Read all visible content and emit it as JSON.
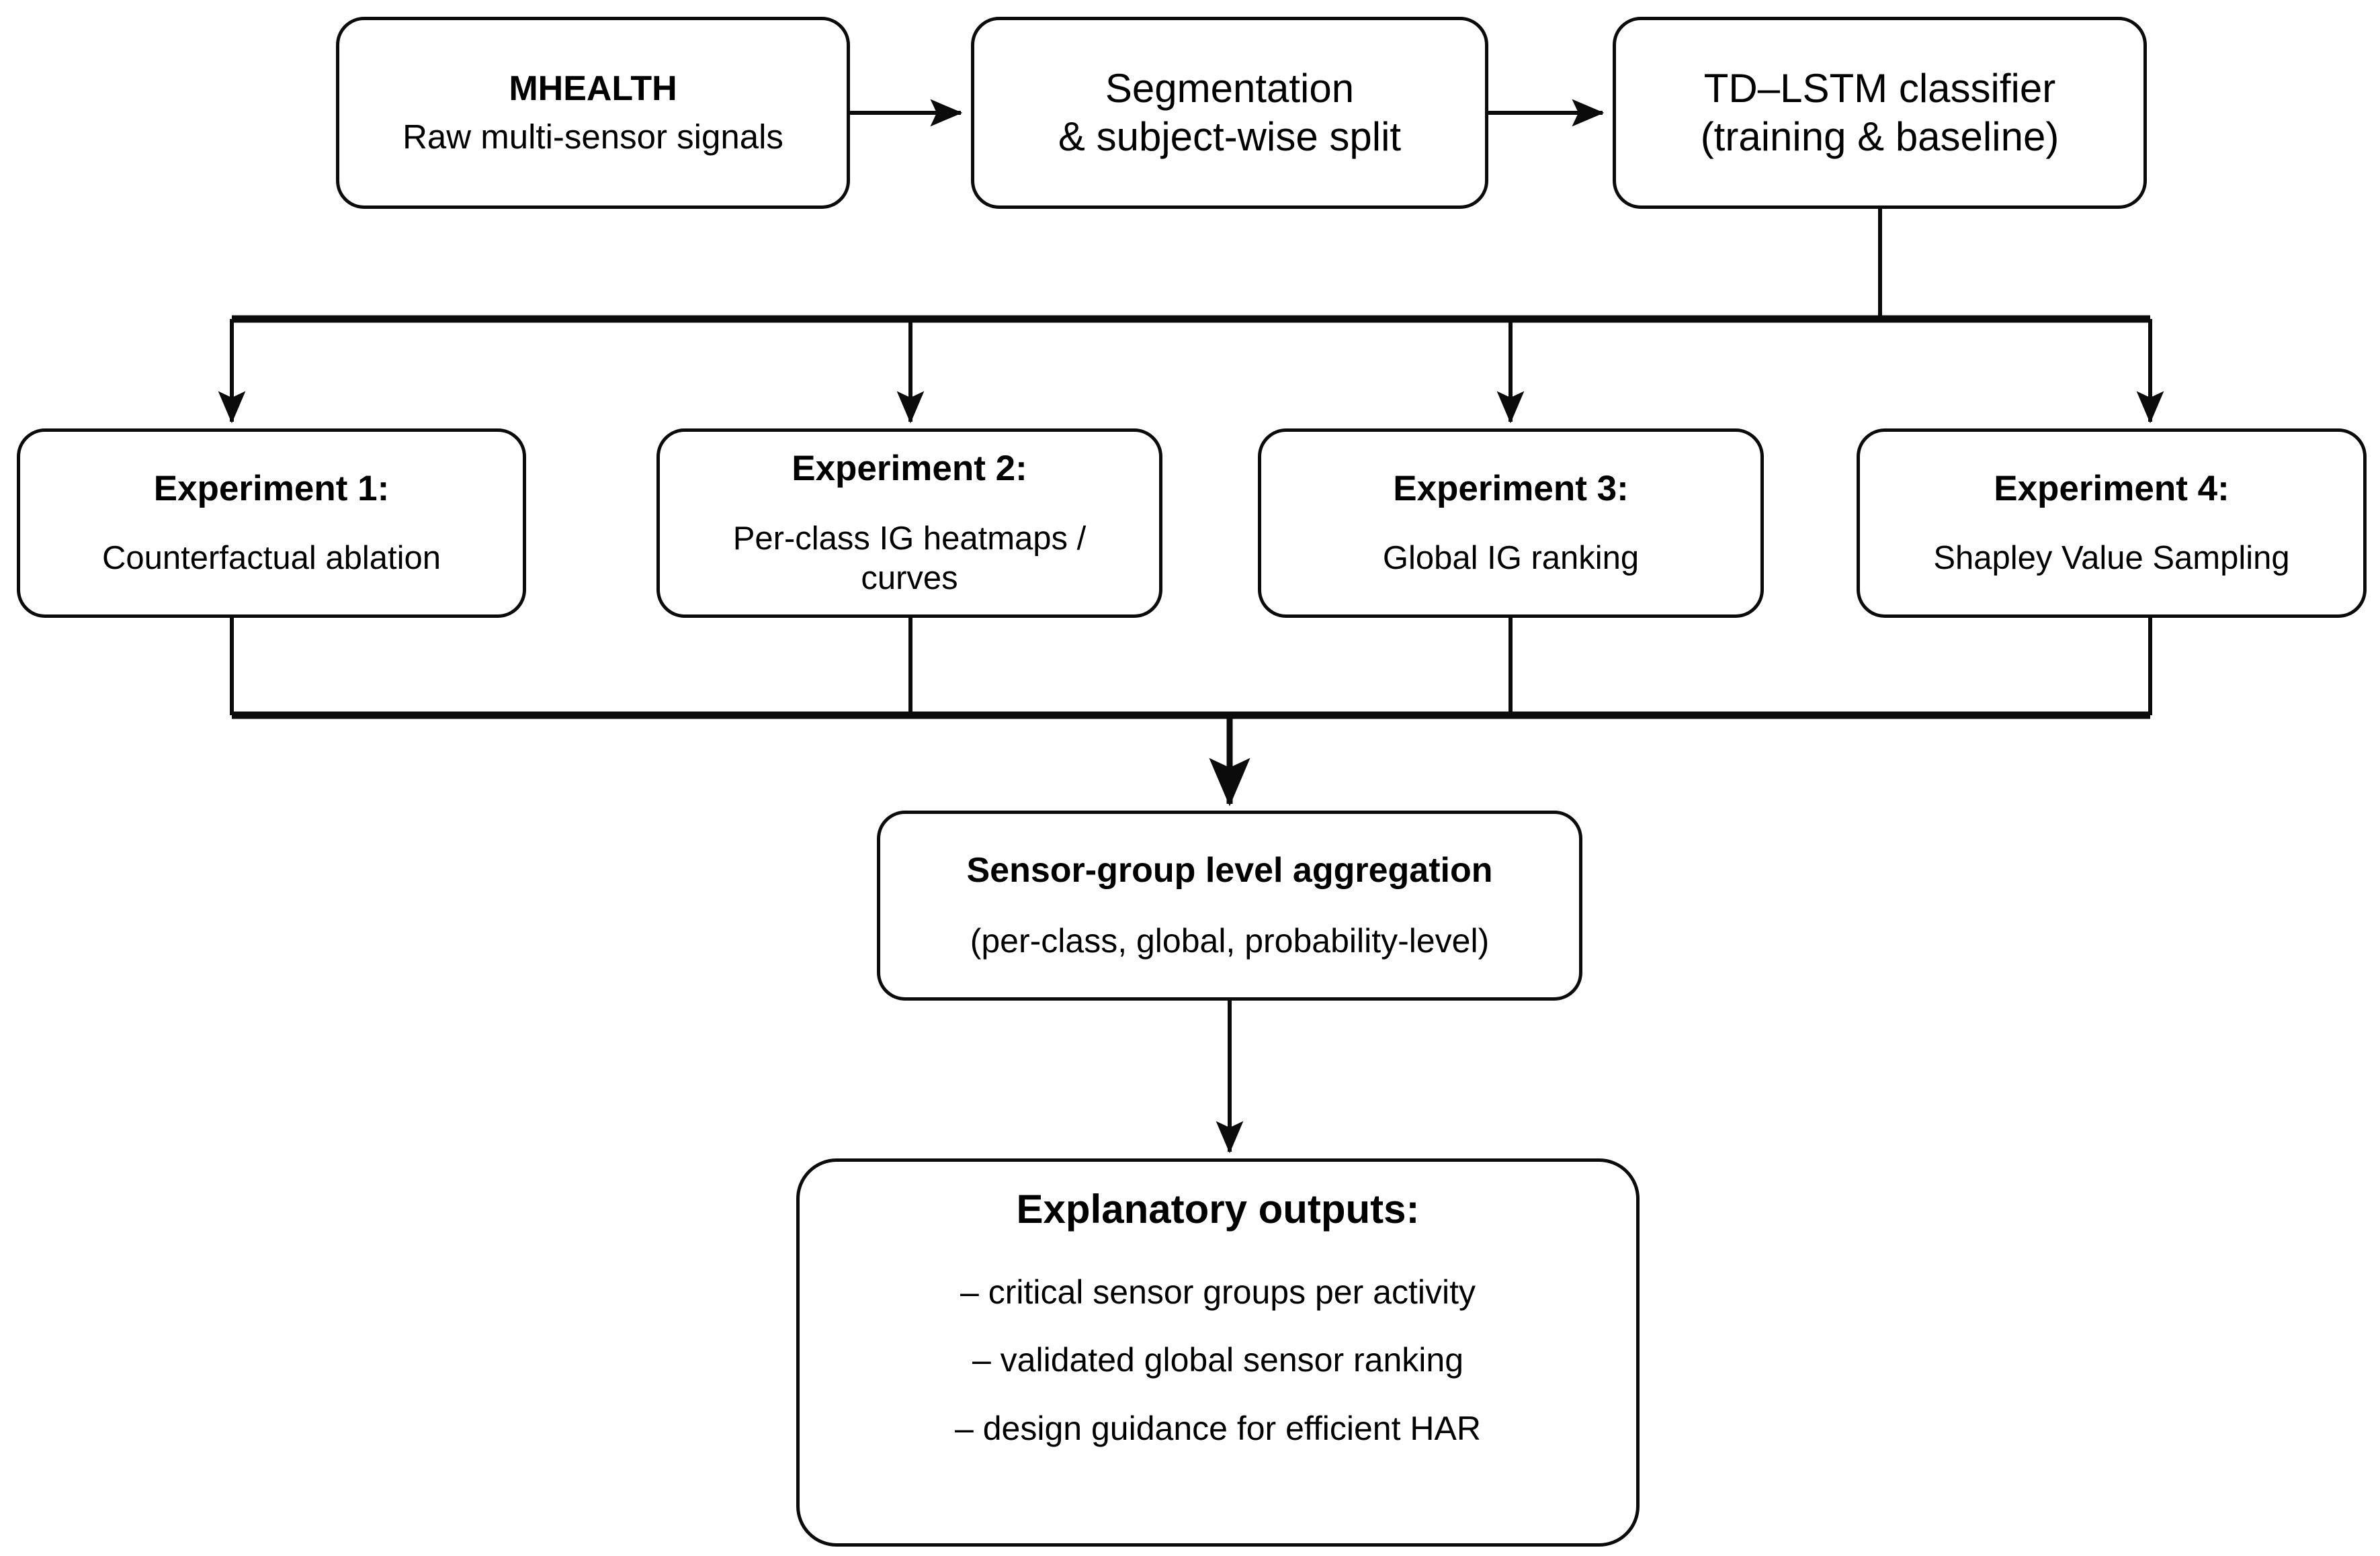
{
  "diagram": {
    "type": "flowchart",
    "orientation": "top-to-bottom",
    "nodes": {
      "mhealth": {
        "title": "MHEALTH",
        "subtitle": "Raw multi-sensor signals"
      },
      "segmentation": {
        "title": "",
        "subtitle": "Segmentation\n& subject-wise split"
      },
      "tdlstm": {
        "title": "",
        "subtitle": "TD–LSTM classifier\n(training & baseline)"
      },
      "experiment1": {
        "title": "Experiment 1:",
        "subtitle": "Counterfactual ablation"
      },
      "experiment2": {
        "title": "Experiment 2:",
        "subtitle": "Per-class IG heatmaps /\ncurves"
      },
      "experiment3": {
        "title": "Experiment 3:",
        "subtitle": "Global IG ranking"
      },
      "experiment4": {
        "title": "Experiment 4:",
        "subtitle": "Shapley Value Sampling"
      },
      "aggregation": {
        "title": "Sensor-group level aggregation",
        "subtitle": "(per-class, global, probability-level)"
      },
      "outputs": {
        "title": "Explanatory outputs:",
        "bullets": [
          "– critical sensor groups per activity",
          "– validated global sensor ranking",
          "– design guidance for efficient HAR"
        ]
      }
    },
    "edges": [
      {
        "from": "mhealth",
        "to": "segmentation",
        "style": "arrow-right"
      },
      {
        "from": "segmentation",
        "to": "tdlstm",
        "style": "arrow-right"
      },
      {
        "from": "tdlstm",
        "to": "experiment1",
        "style": "bus-fanout-down"
      },
      {
        "from": "tdlstm",
        "to": "experiment2",
        "style": "bus-fanout-down"
      },
      {
        "from": "tdlstm",
        "to": "experiment3",
        "style": "bus-fanout-down"
      },
      {
        "from": "tdlstm",
        "to": "experiment4",
        "style": "bus-fanout-down"
      },
      {
        "from": "experiment1",
        "to": "aggregation",
        "style": "bus-merge-down"
      },
      {
        "from": "experiment2",
        "to": "aggregation",
        "style": "bus-merge-down"
      },
      {
        "from": "experiment3",
        "to": "aggregation",
        "style": "bus-merge-down"
      },
      {
        "from": "experiment4",
        "to": "aggregation",
        "style": "bus-merge-down"
      },
      {
        "from": "aggregation",
        "to": "outputs",
        "style": "arrow-down"
      }
    ],
    "colors": {
      "stroke": "#0b0b0b",
      "fill": "#ffffff",
      "text": "#000000"
    }
  }
}
